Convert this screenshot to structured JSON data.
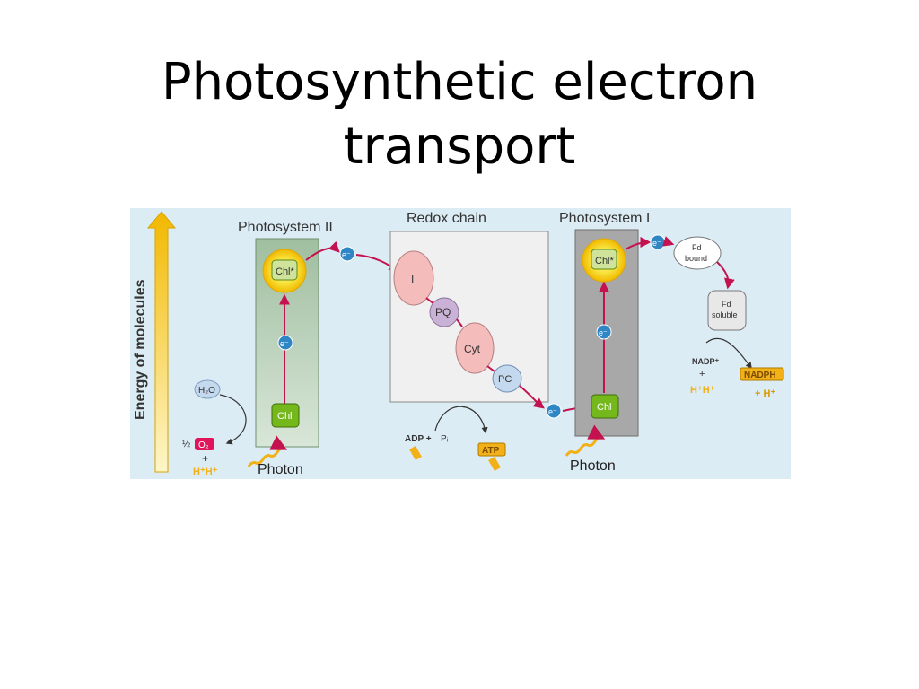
{
  "slide": {
    "title_line1": "Photosynthetic electron",
    "title_line2": "transport"
  },
  "figure": {
    "y_axis_label": "Energy of molecules",
    "sections": {
      "ps2": "Photosystem II",
      "redox": "Redox chain",
      "ps1": "Photosystem I"
    },
    "ps2": {
      "excited": "Chl*",
      "ground": "Chl",
      "electron": "e⁻",
      "water": "H₂O",
      "half": "½",
      "oxygen": "O₂",
      "plus": "+",
      "protons": "H⁺H⁺",
      "photon": "Photon"
    },
    "redox": {
      "carriers": [
        "I",
        "PQ",
        "Cyt",
        "PC"
      ],
      "adp": "ADP +",
      "pi": "Pᵢ",
      "atp": "ATP"
    },
    "ps1": {
      "excited": "Chl*",
      "ground": "Chl",
      "electron": "e⁻",
      "photon": "Photon",
      "fd_bound_1": "Fd",
      "fd_bound_2": "bound",
      "fd_soluble_1": "Fd",
      "fd_soluble_2": "soluble",
      "nadp": "NADP⁺",
      "plus": "+",
      "protons": "H⁺H⁺",
      "nadph": "NADPH",
      "plus_h": "+ H⁺"
    },
    "colors": {
      "background": "#dcecf4",
      "ps2_box": "#a9c4a9",
      "ps1_box": "#a8a8a8",
      "redox_box": "#f0f0f0",
      "arrow": "#c3124f",
      "electron": "#2f86c5",
      "chl": "#74b81c",
      "glow": "#f7e23a",
      "carrier_pink": "#f5bcbc",
      "carrier_purple": "#cab2d6",
      "carrier_blue": "#c5d9ee",
      "proton": "#f2b118",
      "oxygen": "#e0145a"
    }
  }
}
